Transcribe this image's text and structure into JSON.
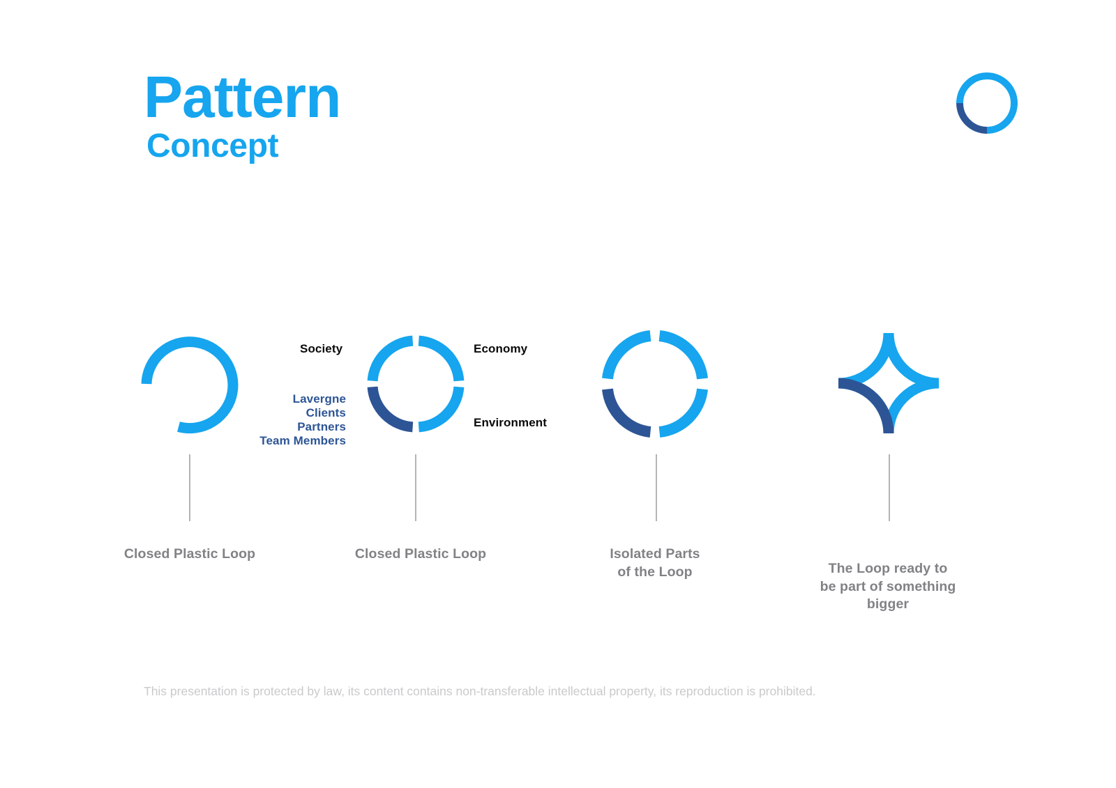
{
  "slide": {
    "background_color": "#ffffff",
    "title": "Pattern",
    "subtitle": "Concept"
  },
  "colors": {
    "light_blue": "#16a5ee",
    "dark_blue": "#2d5596",
    "caption_gray": "#808285",
    "connector_gray": "#b2b4b6",
    "footer_gray": "#c9cacb",
    "label_black": "#0a0a0a"
  },
  "brand_mark": {
    "icon_name": "lavergne-loop-logo",
    "description": "ring with dark blue lower-left arc"
  },
  "annotations": {
    "society": "Society",
    "economy": "Economy",
    "environment": "Environment",
    "stakeholders": [
      "Lavergne",
      "Clients",
      "Partners",
      "Team Members"
    ]
  },
  "figures": [
    {
      "icon_name": "open-loop-icon",
      "caption": "Closed Plastic Loop"
    },
    {
      "icon_name": "quadrant-loop-icon",
      "caption": "Closed Plastic Loop"
    },
    {
      "icon_name": "isolated-arcs-icon",
      "caption_line1": "Isolated Parts",
      "caption_line2": "of the Loop"
    },
    {
      "icon_name": "four-point-star-icon",
      "caption_line1": "The Loop ready to",
      "caption_line2": "be part of something",
      "caption_line3": "bigger"
    }
  ],
  "footer": {
    "disclaimer": "This presentation is protected by law, its content contains non-transferable intellectual property, its reproduction is prohibited."
  }
}
